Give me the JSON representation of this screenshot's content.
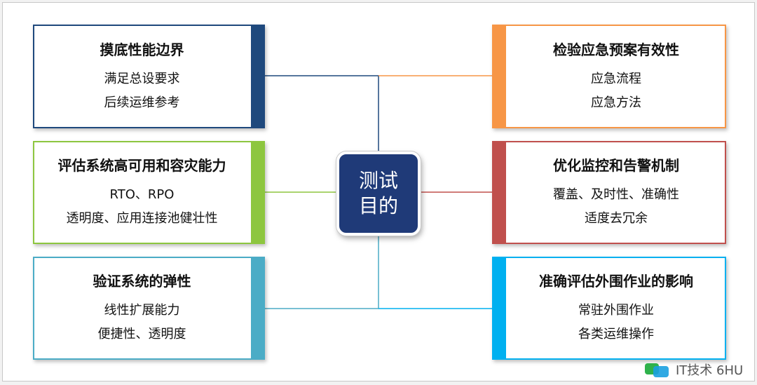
{
  "center": {
    "line1": "测试",
    "line2": "目的"
  },
  "cards": {
    "c1": {
      "title": "摸底性能边界",
      "items": [
        "满足总设要求",
        "后续运维参考"
      ],
      "color": "#1f497d"
    },
    "c2": {
      "title": "评估系统高可用和容灾能力",
      "items": [
        "RTO、RPO",
        "透明度、应用连接池健壮性"
      ],
      "color": "#8dc63f"
    },
    "c3": {
      "title": "验证系统的弹性",
      "items": [
        "线性扩展能力",
        "便捷性、透明度"
      ],
      "color": "#4bacc6"
    },
    "c4": {
      "title": "检验应急预案有效性",
      "items": [
        "应急流程",
        "应急方法"
      ],
      "color": "#f79646"
    },
    "c5": {
      "title": "优化监控和告警机制",
      "items": [
        "覆盖、及时性、准确性",
        "适度去冗余"
      ],
      "color": "#c0504d"
    },
    "c6": {
      "title": "准确评估外围作业的影响",
      "items": [
        "常驻外围作业",
        "各类运维操作"
      ],
      "color": "#00b0f0"
    }
  },
  "watermark": {
    "text": "IT技术 6HU",
    "icon": "wechat-icon"
  }
}
